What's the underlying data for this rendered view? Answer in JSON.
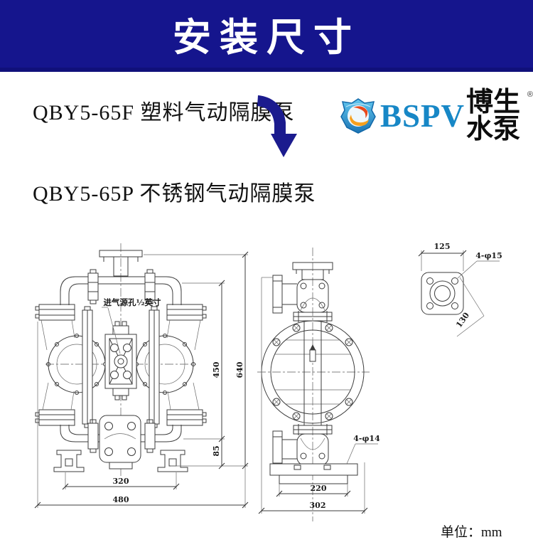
{
  "colors": {
    "banner_blue": "#15158d",
    "arrow_blue": "#1b1b8e",
    "logo_blue": "#1787c6",
    "line_gray": "#3c3c3c"
  },
  "header": {
    "title": "安装尺寸"
  },
  "products": {
    "top": "QBY5-65F 塑料气动隔膜泵",
    "bottom": "QBY5-65P 不锈钢气动隔膜泵"
  },
  "logo": {
    "brand": "BSPV",
    "name": "博生水泵",
    "reg": "®"
  },
  "drawing": {
    "inlet_note": "进气源孔½英寸",
    "front": {
      "h_upper": "450",
      "h_total": "640",
      "h_base": "85",
      "w_feet": "320",
      "w_total": "480"
    },
    "side": {
      "base_bolt": "4-φ14",
      "w_inner": "220",
      "w_total": "302"
    },
    "flange": {
      "w_top": "125",
      "bolt": "4-φ15",
      "diag": "130"
    }
  },
  "footer": {
    "unit": "单位：mm"
  }
}
